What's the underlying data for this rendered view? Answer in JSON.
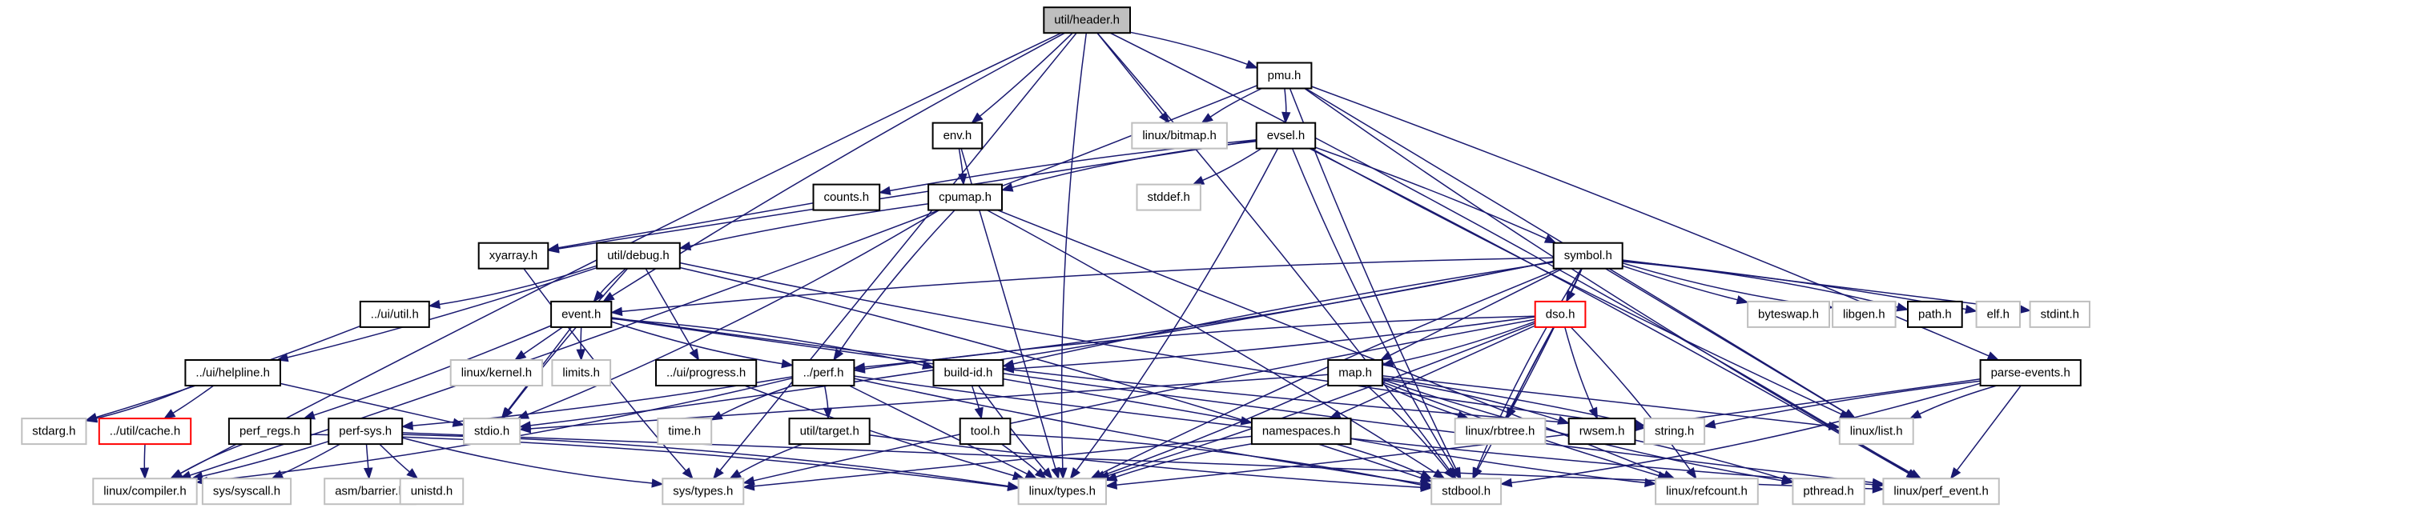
{
  "title": "util/header.h include dependency graph",
  "colors": {
    "edge": "#191970",
    "root_fill": "#bfbfbf",
    "root_border": "#000000",
    "documented_border": "#000000",
    "undocumented_border": "#bfbfbf",
    "truncated_border": "#ff0000",
    "node_fill": "#ffffff"
  },
  "nodes": [
    {
      "id": "header",
      "label": "util/header.h",
      "kind": "root"
    },
    {
      "id": "pmu",
      "label": "pmu.h",
      "kind": "documented"
    },
    {
      "id": "env",
      "label": "env.h",
      "kind": "documented"
    },
    {
      "id": "bitmap",
      "label": "linux/bitmap.h",
      "kind": "external"
    },
    {
      "id": "evsel",
      "label": "evsel.h",
      "kind": "documented"
    },
    {
      "id": "counts",
      "label": "counts.h",
      "kind": "documented"
    },
    {
      "id": "cpumap",
      "label": "cpumap.h",
      "kind": "documented"
    },
    {
      "id": "stddef",
      "label": "stddef.h",
      "kind": "external"
    },
    {
      "id": "xyarray",
      "label": "xyarray.h",
      "kind": "documented"
    },
    {
      "id": "debug",
      "label": "util/debug.h",
      "kind": "documented"
    },
    {
      "id": "symbol",
      "label": "symbol.h",
      "kind": "documented"
    },
    {
      "id": "uiutil",
      "label": "../ui/util.h",
      "kind": "documented"
    },
    {
      "id": "event",
      "label": "event.h",
      "kind": "documented"
    },
    {
      "id": "dso",
      "label": "dso.h",
      "kind": "truncated"
    },
    {
      "id": "byteswap",
      "label": "byteswap.h",
      "kind": "external"
    },
    {
      "id": "libgen",
      "label": "libgen.h",
      "kind": "external"
    },
    {
      "id": "path",
      "label": "path.h",
      "kind": "documented"
    },
    {
      "id": "elf",
      "label": "elf.h",
      "kind": "external"
    },
    {
      "id": "stdint",
      "label": "stdint.h",
      "kind": "external"
    },
    {
      "id": "helpline",
      "label": "../ui/helpline.h",
      "kind": "documented"
    },
    {
      "id": "kernel",
      "label": "linux/kernel.h",
      "kind": "external"
    },
    {
      "id": "limits",
      "label": "limits.h",
      "kind": "external"
    },
    {
      "id": "progress",
      "label": "../ui/progress.h",
      "kind": "documented"
    },
    {
      "id": "perf",
      "label": "../perf.h",
      "kind": "documented"
    },
    {
      "id": "buildid",
      "label": "build-id.h",
      "kind": "documented"
    },
    {
      "id": "map",
      "label": "map.h",
      "kind": "documented"
    },
    {
      "id": "parseevents",
      "label": "parse-events.h",
      "kind": "documented"
    },
    {
      "id": "stdarg",
      "label": "stdarg.h",
      "kind": "external"
    },
    {
      "id": "cache",
      "label": "../util/cache.h",
      "kind": "truncated"
    },
    {
      "id": "perfregs",
      "label": "perf_regs.h",
      "kind": "documented"
    },
    {
      "id": "perfsys",
      "label": "perf-sys.h",
      "kind": "documented"
    },
    {
      "id": "stdio",
      "label": "stdio.h",
      "kind": "external"
    },
    {
      "id": "time",
      "label": "time.h",
      "kind": "external"
    },
    {
      "id": "target",
      "label": "util/target.h",
      "kind": "documented"
    },
    {
      "id": "tool",
      "label": "tool.h",
      "kind": "documented"
    },
    {
      "id": "namespaces",
      "label": "namespaces.h",
      "kind": "documented"
    },
    {
      "id": "rbtree",
      "label": "linux/rbtree.h",
      "kind": "external"
    },
    {
      "id": "rwsem",
      "label": "rwsem.h",
      "kind": "documented"
    },
    {
      "id": "string",
      "label": "string.h",
      "kind": "external"
    },
    {
      "id": "list",
      "label": "linux/list.h",
      "kind": "external"
    },
    {
      "id": "compiler",
      "label": "linux/compiler.h",
      "kind": "external"
    },
    {
      "id": "syscall",
      "label": "sys/syscall.h",
      "kind": "external"
    },
    {
      "id": "barrier",
      "label": "asm/barrier.h",
      "kind": "external"
    },
    {
      "id": "unistd",
      "label": "unistd.h",
      "kind": "external"
    },
    {
      "id": "systypes",
      "label": "sys/types.h",
      "kind": "external"
    },
    {
      "id": "types",
      "label": "linux/types.h",
      "kind": "external"
    },
    {
      "id": "stdbool",
      "label": "stdbool.h",
      "kind": "external"
    },
    {
      "id": "refcount",
      "label": "linux/refcount.h",
      "kind": "external"
    },
    {
      "id": "pthread",
      "label": "pthread.h",
      "kind": "external"
    },
    {
      "id": "perfevent",
      "label": "linux/perf_event.h",
      "kind": "external"
    }
  ],
  "edges": [
    [
      "header",
      "pmu"
    ],
    [
      "header",
      "env"
    ],
    [
      "header",
      "bitmap"
    ],
    [
      "header",
      "event"
    ],
    [
      "header",
      "types"
    ],
    [
      "header",
      "perfevent"
    ],
    [
      "header",
      "stdbool"
    ],
    [
      "header",
      "systypes"
    ],
    [
      "header",
      "compiler"
    ],
    [
      "pmu",
      "bitmap"
    ],
    [
      "pmu",
      "evsel"
    ],
    [
      "pmu",
      "parseevents"
    ],
    [
      "pmu",
      "list"
    ],
    [
      "pmu",
      "stdbool"
    ],
    [
      "pmu",
      "perfevent"
    ],
    [
      "pmu",
      "compiler"
    ],
    [
      "env",
      "cpumap"
    ],
    [
      "env",
      "types"
    ],
    [
      "evsel",
      "counts"
    ],
    [
      "evsel",
      "cpumap"
    ],
    [
      "evsel",
      "stddef"
    ],
    [
      "evsel",
      "symbol"
    ],
    [
      "evsel",
      "xyarray"
    ],
    [
      "evsel",
      "list"
    ],
    [
      "evsel",
      "stdbool"
    ],
    [
      "evsel",
      "types"
    ],
    [
      "evsel",
      "perfevent"
    ],
    [
      "counts",
      "xyarray"
    ],
    [
      "cpumap",
      "debug"
    ],
    [
      "cpumap",
      "perf"
    ],
    [
      "cpumap",
      "stdio"
    ],
    [
      "cpumap",
      "stdbool"
    ],
    [
      "cpumap",
      "refcount"
    ],
    [
      "xyarray",
      "systypes"
    ],
    [
      "debug",
      "event"
    ],
    [
      "debug",
      "uiutil"
    ],
    [
      "debug",
      "helpline"
    ],
    [
      "debug",
      "progress"
    ],
    [
      "debug",
      "stdio"
    ],
    [
      "debug",
      "string"
    ],
    [
      "debug",
      "stdbool"
    ],
    [
      "symbol",
      "dso"
    ],
    [
      "symbol",
      "map"
    ],
    [
      "symbol",
      "byteswap"
    ],
    [
      "symbol",
      "libgen"
    ],
    [
      "symbol",
      "path"
    ],
    [
      "symbol",
      "elf"
    ],
    [
      "symbol",
      "stdint"
    ],
    [
      "symbol",
      "buildid"
    ],
    [
      "symbol",
      "event"
    ],
    [
      "symbol",
      "perf"
    ],
    [
      "symbol",
      "rbtree"
    ],
    [
      "symbol",
      "list"
    ],
    [
      "symbol",
      "types"
    ],
    [
      "symbol",
      "stdbool"
    ],
    [
      "symbol",
      "stdio"
    ],
    [
      "uiutil",
      "stdarg"
    ],
    [
      "event",
      "kernel"
    ],
    [
      "event",
      "limits"
    ],
    [
      "event",
      "perf"
    ],
    [
      "event",
      "buildid"
    ],
    [
      "event",
      "perfregs"
    ],
    [
      "event",
      "stdio"
    ],
    [
      "event",
      "perfevent"
    ],
    [
      "event",
      "string"
    ],
    [
      "dso",
      "map"
    ],
    [
      "dso",
      "buildid"
    ],
    [
      "dso",
      "namespaces"
    ],
    [
      "dso",
      "rbtree"
    ],
    [
      "dso",
      "rwsem"
    ],
    [
      "dso",
      "refcount"
    ],
    [
      "dso",
      "types"
    ],
    [
      "dso",
      "stdbool"
    ],
    [
      "dso",
      "systypes"
    ],
    [
      "dso",
      "perf"
    ],
    [
      "helpline",
      "stdarg"
    ],
    [
      "helpline",
      "cache"
    ],
    [
      "helpline",
      "stdio"
    ],
    [
      "progress",
      "types"
    ],
    [
      "perf",
      "time"
    ],
    [
      "perf",
      "target"
    ],
    [
      "perf",
      "perfsys"
    ],
    [
      "perf",
      "types"
    ],
    [
      "perf",
      "stdbool"
    ],
    [
      "perf",
      "perfevent"
    ],
    [
      "perf",
      "compiler"
    ],
    [
      "buildid",
      "tool"
    ],
    [
      "buildid",
      "namespaces"
    ],
    [
      "buildid",
      "types"
    ],
    [
      "map",
      "rbtree"
    ],
    [
      "map",
      "rwsem"
    ],
    [
      "map",
      "string"
    ],
    [
      "map",
      "list"
    ],
    [
      "map",
      "refcount"
    ],
    [
      "map",
      "pthread"
    ],
    [
      "map",
      "stdbool"
    ],
    [
      "map",
      "types"
    ],
    [
      "map",
      "stdio"
    ],
    [
      "parseevents",
      "string"
    ],
    [
      "parseevents",
      "list"
    ],
    [
      "parseevents",
      "stdbool"
    ],
    [
      "parseevents",
      "types"
    ],
    [
      "parseevents",
      "perfevent"
    ],
    [
      "cache",
      "compiler"
    ],
    [
      "perfregs",
      "compiler"
    ],
    [
      "perfregs",
      "types"
    ],
    [
      "perfsys",
      "syscall"
    ],
    [
      "perfsys",
      "barrier"
    ],
    [
      "perfsys",
      "unistd"
    ],
    [
      "perfsys",
      "systypes"
    ],
    [
      "perfsys",
      "types"
    ],
    [
      "perfsys",
      "compiler"
    ],
    [
      "perfsys",
      "perfevent"
    ],
    [
      "target",
      "stdbool"
    ],
    [
      "target",
      "systypes"
    ],
    [
      "tool",
      "stdbool"
    ],
    [
      "tool",
      "types"
    ],
    [
      "namespaces",
      "systypes"
    ],
    [
      "namespaces",
      "refcount"
    ],
    [
      "namespaces",
      "types"
    ],
    [
      "namespaces",
      "stdbool"
    ],
    [
      "rwsem",
      "pthread"
    ]
  ]
}
